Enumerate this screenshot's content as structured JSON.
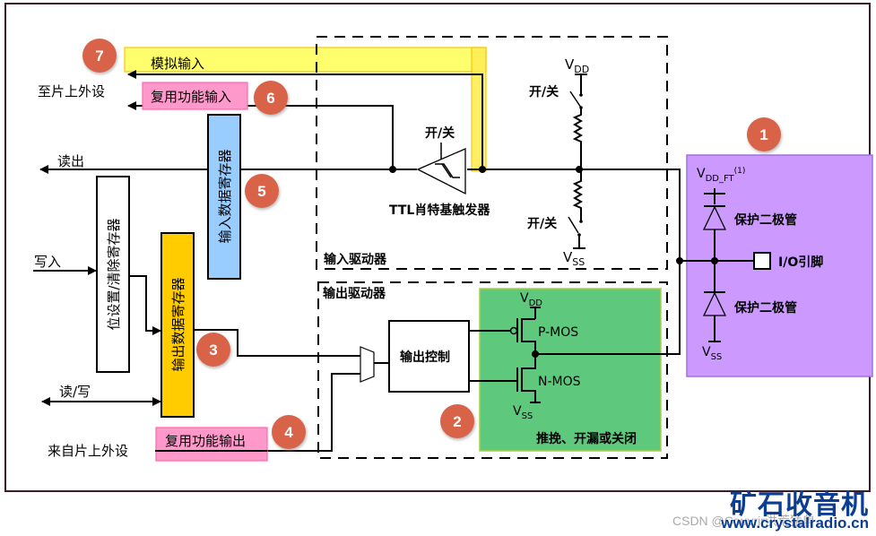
{
  "title": "GPIO 基本结构框图",
  "colors": {
    "analog_input": "#ffff66",
    "alt_function": "#ff99cc",
    "input_data_register": "#99ccff",
    "output_data_register": "#ffcc00",
    "protection_block": "#cc99ff",
    "output_stage": "#5ec97c",
    "badge": "#d9644a"
  },
  "left_labels": {
    "to_onchip_peripheral": "至片上外设",
    "read_out": "读出",
    "write_in": "写入",
    "read_write": "读/写",
    "from_onchip_peripheral": "来自片上外设"
  },
  "signals": {
    "analog_input": "模拟输入",
    "alt_function_input": "复用功能输入",
    "alt_function_output": "复用功能输出"
  },
  "registers": {
    "input_data": "输入数据寄存器",
    "bit_set_reset": "位设置/清除寄存器",
    "output_data": "输出数据寄存器"
  },
  "input_driver": {
    "title": "输入驱动器",
    "schmitt_trigger": "TTL肖特基触发器",
    "switch_label": "开/关",
    "pullup_switch": "开/关",
    "pulldown_switch": "开/关",
    "vdd": "V",
    "vdd_sub": "DD",
    "vss": "V",
    "vss_sub": "SS"
  },
  "output_driver": {
    "title": "输出驱动器",
    "control": "输出控制",
    "pmos": "P-MOS",
    "nmos": "N-MOS",
    "mode": "推挽、开漏或关闭",
    "vdd": "V",
    "vdd_sub": "DD",
    "vss": "V",
    "vss_sub": "SS"
  },
  "protection": {
    "vdd_ft": "V",
    "vdd_ft_sub": "DD_FT",
    "vdd_ft_sup": "(1)",
    "diode_top": "保护二极管",
    "diode_bottom": "保护二极管",
    "pin": "I/O引脚",
    "vss": "V",
    "vss_sub": "SS"
  },
  "badges": [
    "1",
    "2",
    "3",
    "4",
    "5",
    "6",
    "7"
  ],
  "watermark": {
    "brand_cn": "矿石收音机",
    "brand_url": "www.crystalradio.cn",
    "csdn": "CSDN @Couvrir洪荒猛兽"
  }
}
